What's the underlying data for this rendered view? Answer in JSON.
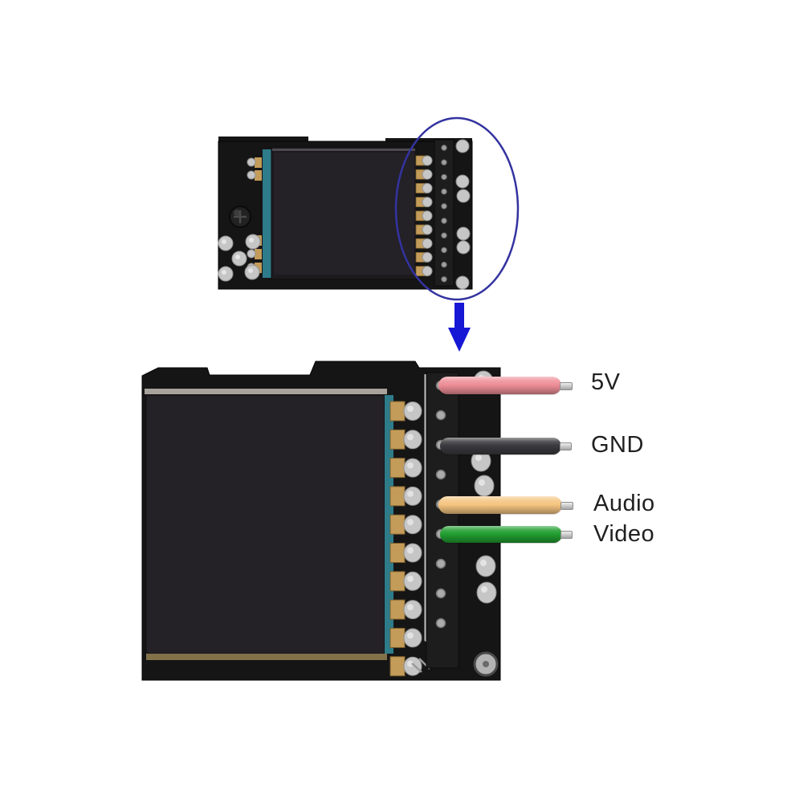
{
  "figure": {
    "kind": "pcb-wiring-diagram",
    "background_color": "#ffffff"
  },
  "annotation": {
    "ellipse_color": "#3333a0",
    "arrow_color": "#1717d6"
  },
  "board_colors": {
    "pcb_color": "#151515",
    "screen_color": "#242127",
    "flex_strip_color": "#2e7b8a",
    "pad_gold_color": "#c49c5a",
    "solder_color": "#c6c6c6"
  },
  "label_text_color": "#202020",
  "connections": [
    {
      "label": "5V",
      "wire_color": "#ee8e97"
    },
    {
      "label": "GND",
      "wire_color": "#3a3a3e"
    },
    {
      "label": "Audio",
      "wire_color": "#f5c480"
    },
    {
      "label": "Video",
      "wire_color": "#219e30"
    }
  ]
}
